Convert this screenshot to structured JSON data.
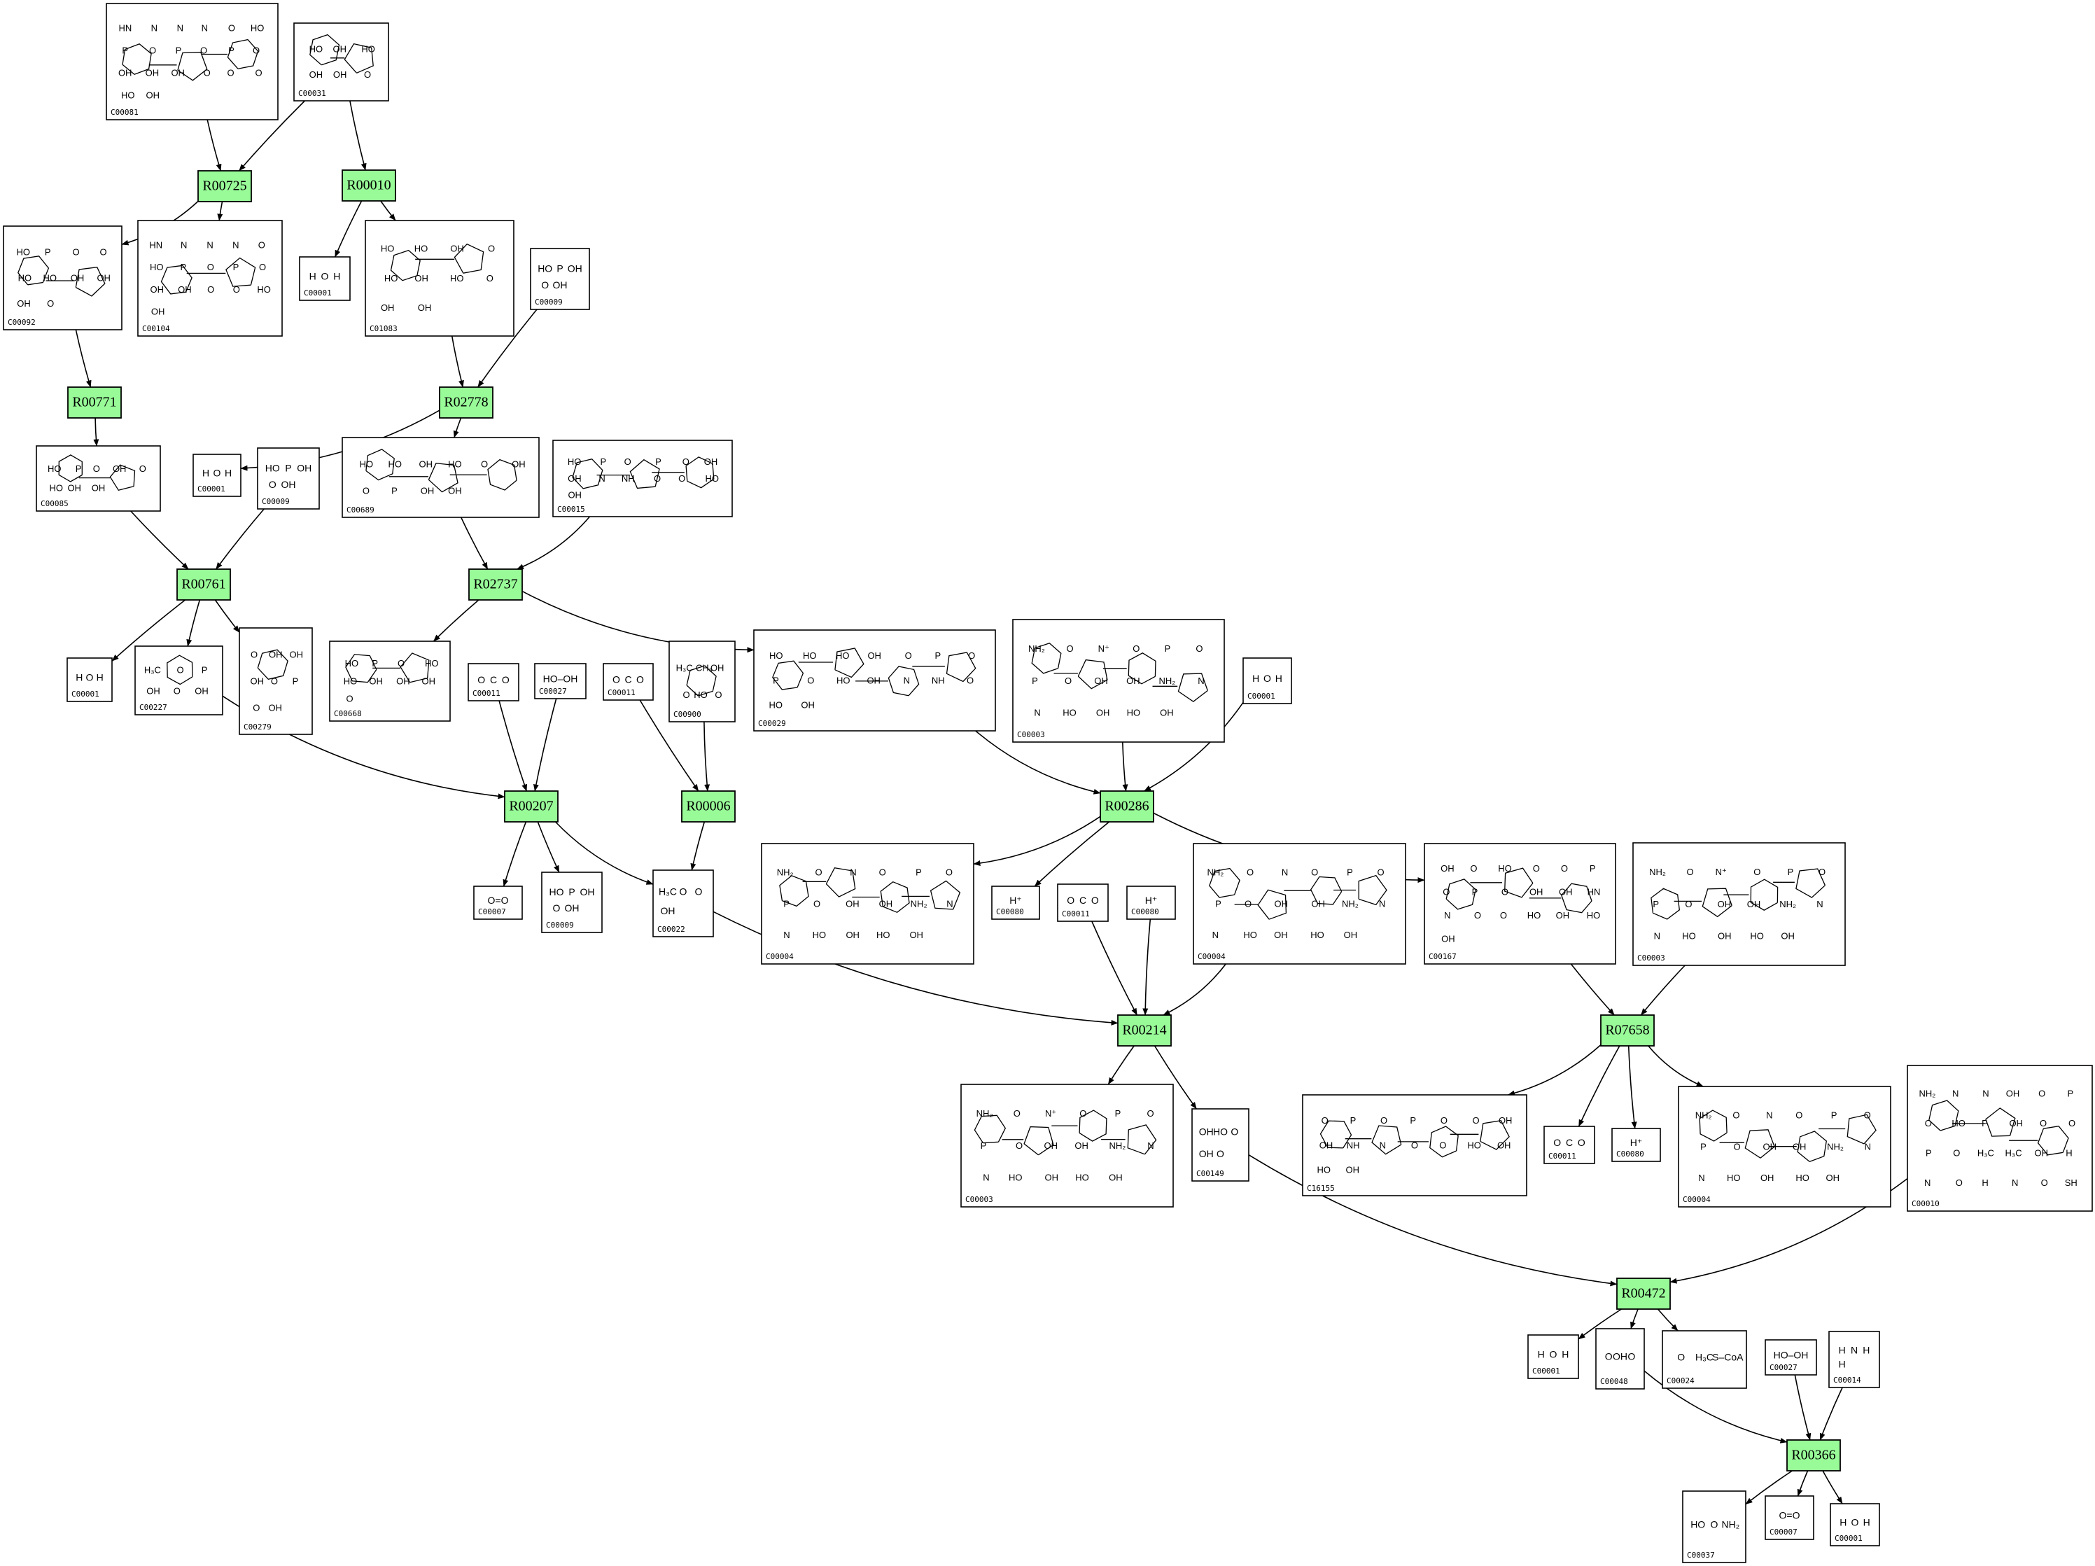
{
  "colors": {
    "reaction_fill": "#98fb98",
    "stroke": "#000000",
    "background": "#ffffff"
  },
  "reactions": [
    {
      "id": "R00725"
    },
    {
      "id": "R00010"
    },
    {
      "id": "R00771"
    },
    {
      "id": "R02778"
    },
    {
      "id": "R00761"
    },
    {
      "id": "R02737"
    },
    {
      "id": "R00207"
    },
    {
      "id": "R00006"
    },
    {
      "id": "R00286"
    },
    {
      "id": "R00214"
    },
    {
      "id": "R07658"
    },
    {
      "id": "R00472"
    },
    {
      "id": "R00366"
    }
  ],
  "compounds": [
    {
      "key": "a_C00081",
      "id": "C00081",
      "labels": [
        "HN",
        "N",
        "N",
        "N",
        "O",
        "HO",
        "P",
        "O",
        "P",
        "O",
        "P",
        "O",
        "OH",
        "OH",
        "OH",
        "O",
        "O",
        "O",
        "HO",
        "OH"
      ]
    },
    {
      "key": "a_C00031",
      "id": "C00031",
      "labels": [
        "HO",
        "OH",
        "HO",
        "OH",
        "OH",
        "O"
      ]
    },
    {
      "key": "a_C00092",
      "id": "C00092",
      "labels": [
        "HO",
        "P",
        "O",
        "O",
        "HO",
        "HO",
        "OH",
        "OH",
        "OH",
        "O"
      ]
    },
    {
      "key": "a_C00104",
      "id": "C00104",
      "labels": [
        "HN",
        "N",
        "N",
        "N",
        "O",
        "HO",
        "P",
        "O",
        "P",
        "O",
        "OH",
        "OH",
        "O",
        "O",
        "HO",
        "OH"
      ]
    },
    {
      "key": "a_C00001_1",
      "id": "C00001",
      "labels": [
        "H",
        "O",
        "H"
      ]
    },
    {
      "key": "a_C01083",
      "id": "C01083",
      "labels": [
        "HO",
        "HO",
        "OH",
        "O",
        "HO",
        "OH",
        "HO",
        "O",
        "OH",
        "OH"
      ]
    },
    {
      "key": "a_C00009_1",
      "id": "C00009",
      "labels": [
        "HO",
        "P",
        "OH",
        "O",
        "OH"
      ]
    },
    {
      "key": "a_C00085",
      "id": "C00085",
      "labels": [
        "HO",
        "P",
        "O",
        "OH",
        "O",
        "HO",
        "OH",
        "OH"
      ]
    },
    {
      "key": "a_C00001_2",
      "id": "C00001",
      "labels": [
        "H",
        "O",
        "H"
      ]
    },
    {
      "key": "a_C00009_2",
      "id": "C00009",
      "labels": [
        "HO",
        "P",
        "OH",
        "O",
        "OH"
      ]
    },
    {
      "key": "a_C00689",
      "id": "C00689",
      "labels": [
        "HO",
        "HO",
        "OH",
        "HO",
        "O",
        "OH",
        "O",
        "P",
        "OH",
        "OH"
      ]
    },
    {
      "key": "a_C00015",
      "id": "C00015",
      "labels": [
        "HO",
        "P",
        "O",
        "P",
        "O",
        "OH",
        "OH",
        "N",
        "NH",
        "O",
        "O",
        "HO",
        "OH"
      ]
    },
    {
      "key": "a_C00001_3",
      "id": "C00001",
      "labels": [
        "H",
        "O",
        "H"
      ]
    },
    {
      "key": "a_C00227",
      "id": "C00227",
      "labels": [
        "H₃C",
        "O",
        "P",
        "OH",
        "O",
        "OH"
      ]
    },
    {
      "key": "a_C00279",
      "id": "C00279",
      "labels": [
        "O",
        "OH",
        "OH",
        "OH",
        "O",
        "P",
        "O",
        "OH"
      ]
    },
    {
      "key": "a_C00668",
      "id": "C00668",
      "labels": [
        "HO",
        "P",
        "O",
        "HO",
        "HO",
        "OH",
        "OH",
        "OH",
        "O"
      ]
    },
    {
      "key": "a_C00011_1",
      "id": "C00011",
      "labels": [
        "O",
        "C",
        "O"
      ]
    },
    {
      "key": "a_C00027_1",
      "id": "C00027",
      "labels": [
        "HO–OH"
      ]
    },
    {
      "key": "a_C00011_2",
      "id": "C00011",
      "labels": [
        "O",
        "C",
        "O"
      ]
    },
    {
      "key": "a_C00900",
      "id": "C00900",
      "labels": [
        "H₃C",
        "CH₃",
        "OH",
        "O",
        "HO",
        "O"
      ]
    },
    {
      "key": "a_C00029",
      "id": "C00029",
      "labels": [
        "HO",
        "HO",
        "HO",
        "OH",
        "O",
        "P",
        "O",
        "P",
        "O",
        "HO",
        "OH",
        "N",
        "NH",
        "O",
        "HO",
        "OH"
      ]
    },
    {
      "key": "a_C00003_1",
      "id": "C00003",
      "labels": [
        "NH₂",
        "O",
        "N⁺",
        "O",
        "P",
        "O",
        "P",
        "O",
        "OH",
        "OH",
        "NH₂",
        "N",
        "N",
        "HO",
        "OH",
        "HO",
        "OH"
      ]
    },
    {
      "key": "a_C00001_4",
      "id": "C00001",
      "labels": [
        "H",
        "O",
        "H"
      ]
    },
    {
      "key": "a_C00007_1",
      "id": "C00007",
      "labels": [
        "O=O"
      ]
    },
    {
      "key": "a_C00009_3",
      "id": "C00009",
      "labels": [
        "HO",
        "P",
        "OH",
        "O",
        "OH"
      ]
    },
    {
      "key": "a_C00022",
      "id": "C00022",
      "labels": [
        "H₃C",
        "O",
        "O",
        "OH"
      ]
    },
    {
      "key": "a_C00004_1",
      "id": "C00004",
      "labels": [
        "NH₂",
        "O",
        "N",
        "O",
        "P",
        "O",
        "P",
        "O",
        "OH",
        "OH",
        "NH₂",
        "N",
        "N",
        "HO",
        "OH",
        "HO",
        "OH"
      ]
    },
    {
      "key": "a_C00080_1",
      "id": "C00080",
      "labels": [
        "H⁺"
      ]
    },
    {
      "key": "a_C00011_3",
      "id": "C00011",
      "labels": [
        "O",
        "C",
        "O"
      ]
    },
    {
      "key": "a_C00080_2",
      "id": "C00080",
      "labels": [
        "H⁺"
      ]
    },
    {
      "key": "a_C00004_2",
      "id": "C00004",
      "labels": [
        "NH₂",
        "O",
        "N",
        "O",
        "P",
        "O",
        "P",
        "O",
        "OH",
        "OH",
        "NH₂",
        "N",
        "N",
        "HO",
        "OH",
        "HO",
        "OH"
      ]
    },
    {
      "key": "a_C00167",
      "id": "C00167",
      "labels": [
        "OH",
        "O",
        "HO",
        "O",
        "O",
        "P",
        "O",
        "P",
        "O",
        "OH",
        "OH",
        "HN",
        "N",
        "O",
        "O",
        "HO",
        "OH",
        "HO",
        "OH"
      ]
    },
    {
      "key": "a_C00003_2",
      "id": "C00003",
      "labels": [
        "NH₂",
        "O",
        "N⁺",
        "O",
        "P",
        "O",
        "P",
        "O",
        "OH",
        "OH",
        "NH₂",
        "N",
        "N",
        "HO",
        "OH",
        "HO",
        "OH"
      ]
    },
    {
      "key": "a_C00003_3",
      "id": "C00003",
      "labels": [
        "NH₂",
        "O",
        "N⁺",
        "O",
        "P",
        "O",
        "P",
        "O",
        "OH",
        "OH",
        "NH₂",
        "N",
        "N",
        "HO",
        "OH",
        "HO",
        "OH"
      ]
    },
    {
      "key": "a_C00149",
      "id": "C00149",
      "labels": [
        "OH",
        "HO",
        "O",
        "OH",
        "O"
      ]
    },
    {
      "key": "a_C16155",
      "id": "C16155",
      "labels": [
        "O",
        "P",
        "O",
        "P",
        "O",
        "O",
        "OH",
        "OH",
        "NH",
        "N",
        "O",
        "O",
        "HO",
        "OH",
        "HO",
        "OH"
      ]
    },
    {
      "key": "a_C00011_4",
      "id": "C00011",
      "labels": [
        "O",
        "C",
        "O"
      ]
    },
    {
      "key": "a_C00080_3",
      "id": "C00080",
      "labels": [
        "H⁺"
      ]
    },
    {
      "key": "a_C00004_3",
      "id": "C00004",
      "labels": [
        "NH₂",
        "O",
        "N",
        "O",
        "P",
        "O",
        "P",
        "O",
        "OH",
        "OH",
        "NH₂",
        "N",
        "N",
        "HO",
        "OH",
        "HO",
        "OH"
      ]
    },
    {
      "key": "a_C00010",
      "id": "C00010",
      "labels": [
        "NH₂",
        "N",
        "N",
        "OH",
        "O",
        "P",
        "O",
        "HO",
        "P",
        "OH",
        "O",
        "O",
        "P",
        "O",
        "H₃C",
        "H₃C",
        "OH",
        "H",
        "N",
        "O",
        "H",
        "N",
        "O",
        "SH"
      ]
    },
    {
      "key": "a_C00001_5",
      "id": "C00001",
      "labels": [
        "H",
        "O",
        "H"
      ]
    },
    {
      "key": "a_C00048",
      "id": "C00048",
      "labels": [
        "O",
        "OH",
        "O"
      ]
    },
    {
      "key": "a_C00024",
      "id": "C00024",
      "labels": [
        "O",
        "H₃C",
        "S–CoA"
      ]
    },
    {
      "key": "a_C00027_2",
      "id": "C00027",
      "labels": [
        "HO–OH"
      ]
    },
    {
      "key": "a_C00014",
      "id": "C00014",
      "labels": [
        "H",
        "N",
        "H",
        "H"
      ]
    },
    {
      "key": "a_C00037",
      "id": "C00037",
      "labels": [
        "HO",
        "O",
        "NH₂"
      ]
    },
    {
      "key": "a_C00007_2",
      "id": "C00007",
      "labels": [
        "O=O"
      ]
    },
    {
      "key": "a_C00001_6",
      "id": "C00001",
      "labels": [
        "H",
        "O",
        "H"
      ]
    }
  ]
}
